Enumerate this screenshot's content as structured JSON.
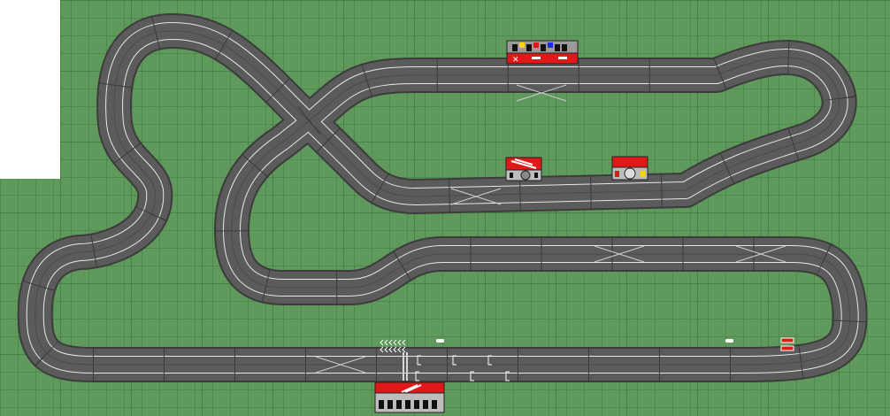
{
  "board": {
    "grass_color": "#5f9a5c",
    "grid_color": "#3e7a3e",
    "track_color": "#5b5b5b",
    "track_edge_color": "#3c3c3c",
    "lane_line_color": "#e8e8e8",
    "accent_red": "#e01818",
    "blank_corner_color": "#ffffff"
  },
  "track": {
    "lanes": 2,
    "crossover_count": 6,
    "start_finish_marker": "chevrons"
  },
  "buildings": [
    {
      "name": "pit-building-top",
      "icon": "pit-lane-building"
    },
    {
      "name": "control-tower",
      "icon": "tower-with-wheel"
    },
    {
      "name": "garage-building",
      "icon": "garage"
    },
    {
      "name": "grandstand-bottom",
      "icon": "grandstand"
    }
  ]
}
